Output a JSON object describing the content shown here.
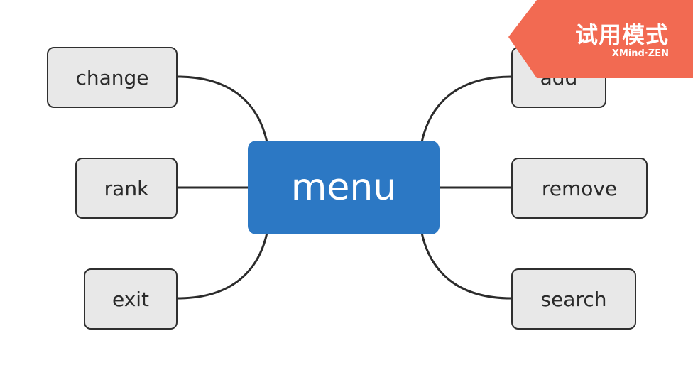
{
  "central_topic": {
    "label": "menu",
    "color": "#2c78c4"
  },
  "left_topics": [
    {
      "label": "change"
    },
    {
      "label": "rank"
    },
    {
      "label": "exit"
    }
  ],
  "right_topics": [
    {
      "label": "add"
    },
    {
      "label": "remove"
    },
    {
      "label": "search"
    }
  ],
  "trial_badge": {
    "title": "试用模式",
    "brand": "XMind·ZEN",
    "color": "#f26a52"
  },
  "colors": {
    "topic_fill": "#e8e8e8",
    "topic_border": "#2f2f2f",
    "connector": "#2b2b2b"
  }
}
